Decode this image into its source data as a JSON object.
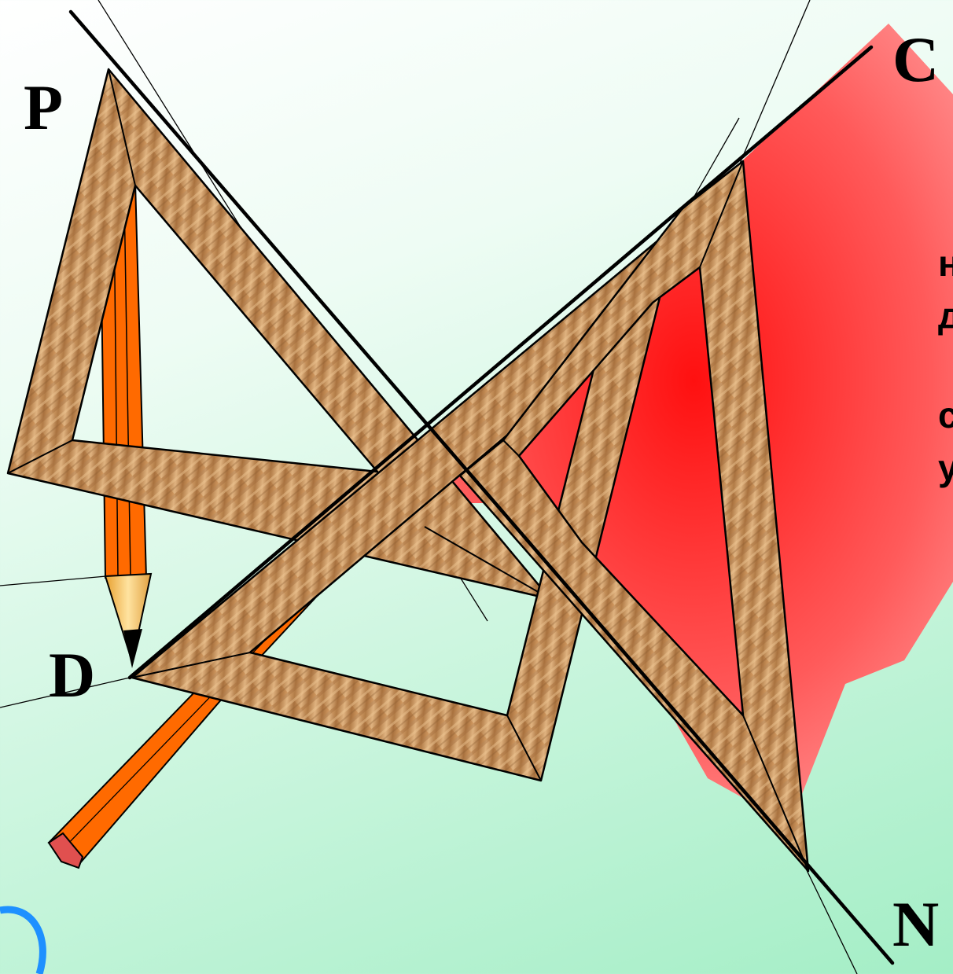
{
  "diagram": {
    "points": {
      "p": "P",
      "c": "C",
      "d": "D",
      "n": "N"
    },
    "side_text": [
      "н",
      "д",
      "с",
      "у"
    ],
    "colors": {
      "wood": "#c9905a",
      "pencil": "#ff6a00",
      "plane": "#ff2a2a",
      "background": "#c9f5dd"
    }
  }
}
